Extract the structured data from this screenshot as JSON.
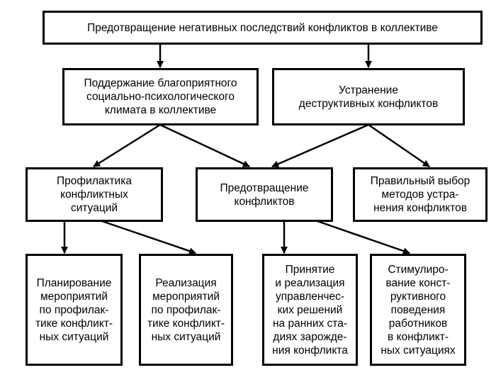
{
  "diagram": {
    "colors": {
      "line": "#000000",
      "background": "#ffffff"
    },
    "nodes": {
      "root": "Предотвращение негативных последствий конфликтов в коллективе",
      "climate": "Поддержание благоприятного\nсоциально-психологического\nклимата в коллективе",
      "elimination": "Устранение\nдеструктивных конфликтов",
      "prophylaxis": "Профилактика\nконфликтных\nситуаций",
      "prevention": "Предотвращение\nконфликтов",
      "methods": "Правильный выбор\nметодов устра-\nнения конфликтов",
      "planning": "Планирование\nмероприятий\nпо профилак-\nтике конфликт-\nных ситуаций",
      "implementation": "Реализация\nмероприятий\nпо профилак-\nтике конфликт-\nных ситуаций",
      "decisions": "Принятие\nи реализация\nуправленчес-\nких решений\nна ранних ста-\nдиях зарожде-\nния конфликта",
      "stimulation": "Стимулиро-\nвание конст-\nруктивного\nповедения\nработников\nв конфликт-\nных ситуациях"
    },
    "edges": [
      {
        "from": "root",
        "to": "climate"
      },
      {
        "from": "root",
        "to": "elimination"
      },
      {
        "from": "climate",
        "to": "prophylaxis"
      },
      {
        "from": "climate",
        "to": "prevention"
      },
      {
        "from": "elimination",
        "to": "prevention"
      },
      {
        "from": "elimination",
        "to": "methods"
      },
      {
        "from": "prophylaxis",
        "to": "planning"
      },
      {
        "from": "prophylaxis",
        "to": "implementation"
      },
      {
        "from": "prevention",
        "to": "decisions"
      },
      {
        "from": "prevention",
        "to": "stimulation"
      }
    ]
  }
}
